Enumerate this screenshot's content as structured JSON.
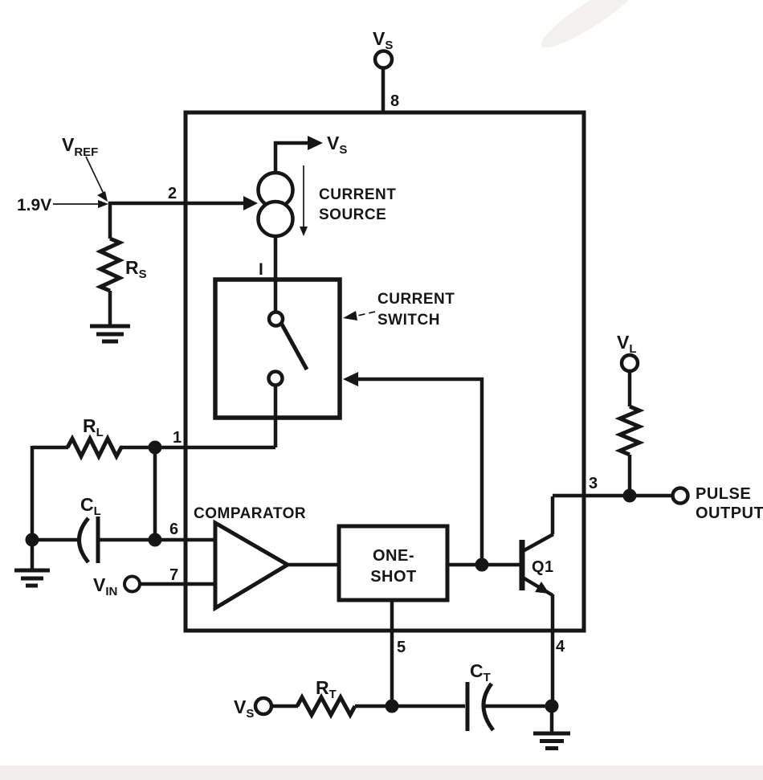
{
  "labels": {
    "vs_top": {
      "main": "V",
      "sub": "S"
    },
    "vref": {
      "main": "V",
      "sub": "REF"
    },
    "ref_voltage": "1.9V",
    "rs": {
      "main": "R",
      "sub": "S"
    },
    "vs_internal": {
      "main": "V",
      "sub": "S"
    },
    "current_source": [
      "CURRENT",
      "SOURCE"
    ],
    "current_i": "I",
    "current_switch": [
      "CURRENT",
      "SWITCH"
    ],
    "rl": {
      "main": "R",
      "sub": "L"
    },
    "cl": {
      "main": "C",
      "sub": "L"
    },
    "vin": {
      "main": "V",
      "sub": "IN"
    },
    "comparator": "COMPARATOR",
    "one_shot": [
      "ONE-",
      "SHOT"
    ],
    "q1": "Q1",
    "vl": {
      "main": "V",
      "sub": "L"
    },
    "pulse_output": [
      "PULSE",
      "OUTPUT"
    ],
    "vs_bottom": {
      "main": "V",
      "sub": "S"
    },
    "rt": {
      "main": "R",
      "sub": "T"
    },
    "ct": {
      "main": "C",
      "sub": "T"
    }
  },
  "pins": {
    "p1": "1",
    "p2": "2",
    "p3": "3",
    "p4": "4",
    "p5": "5",
    "p6": "6",
    "p7": "7",
    "p8": "8"
  },
  "colors": {
    "ink": "#161616",
    "paper": "#ffffff",
    "scan_band": "#efeeea"
  }
}
